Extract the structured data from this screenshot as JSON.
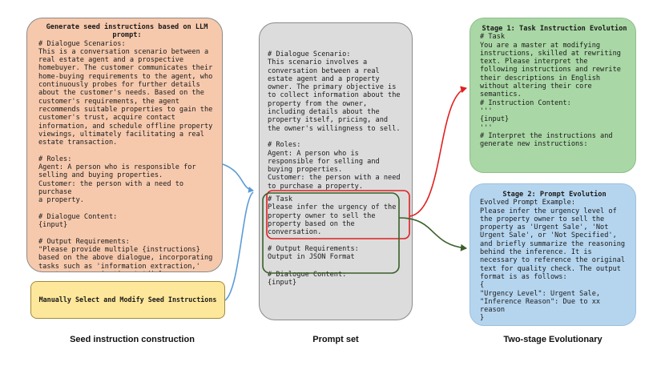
{
  "seed_box": {
    "title": "Generate seed instructions based on LLM\nprompt:",
    "body": "# Dialogue Scenarios:\nThis is a conversation scenario between a\nreal estate agent and a prospective\nhomebuyer. The customer communicates their\nhome-buying requirements to the agent, who\ncontinuously probes for further details\nabout the customer's needs. Based on the\ncustomer's requirements, the agent\nrecommends suitable properties to gain the\ncustomer's trust, acquire contact\ninformation, and schedule offline property\nviewings, ultimately facilitating a real\nestate transaction.\n\n# Roles:\nAgent: A person who is responsible for\nselling and buying properties.\nCustomer: the person with a need to purchase\na property.\n\n# Dialogue Content:\n{input}\n\n# Output Requirements:\n\"Please provide multiple {instructions}\nbased on the above dialogue, incorporating\ntasks such as 'information extraction,'\n'content summarization,' 'dialogue\ngeneration,' 'data analysis, comparison,'\netc. Output in JSON format key:value."
  },
  "manual_box": {
    "label": "Manually Select and Modify Seed Instructions"
  },
  "prompt_box": {
    "scenario": "# Dialogue Scenario:\nThis scenario involves a\nconversation between a real\nestate agent and a property\nowner. The primary objective is\nto collect information about the\nproperty from the owner,\nincluding details about the\nproperty itself, pricing, and\nthe owner's willingness to sell.\n\n# Roles:\nAgent: A person who is\nresponsible for selling and\nbuying properties.\nCustomer: the person with a need\nto purchase a property.\n",
    "task": "# Task\nPlease infer the urgency of the\nproperty owner to sell the\nproperty based on the\nconversation.",
    "output": "# Output Requirements:\nOutput in JSON Format",
    "dialogue": "# Dialogue Content:\n{input}"
  },
  "stage1_box": {
    "title": "Stage 1: Task Instruction Evolution",
    "body": "# Task\nYou are a master at modifying\ninstructions, skilled at rewriting\ntext. Please interpret the\nfollowing instructions and rewrite\ntheir descriptions in English\nwithout altering their core\nsemantics.\n# Instruction Content:\n'''\n{input}\n'''\n# Interpret the instructions and\ngenerate new instructions:"
  },
  "stage2_box": {
    "title": "Stage 2: Prompt Evolution",
    "body": "Evolved Prompt Example:\nPlease infer the urgency level of\nthe property owner to sell the\nproperty as 'Urgent Sale', 'Not\nUrgent Sale', or 'Not Specified',\nand briefly summarize the reasoning\nbehind the inference. It is\nnecessary to reference the original\ntext for quality check. The output\nformat is as follows:\n{\n\"Urgency Level\": Urgent Sale,\n\"Inference Reason\": Due to xx reason\n}"
  },
  "captions": {
    "seed": "Seed instruction construction",
    "prompt": "Prompt set",
    "two_stage": "Two-stage Evolutionary"
  },
  "colors": {
    "seed_fill": "#f6c9ad",
    "manual_fill": "#fde79a",
    "prompt_fill": "#dcdcdc",
    "stage1_fill": "#a9d7a5",
    "stage2_fill": "#b5d5ef",
    "blue_connector": "#5b9bd5",
    "red_highlight": "#e02020",
    "green_highlight": "#3a5f2a"
  }
}
